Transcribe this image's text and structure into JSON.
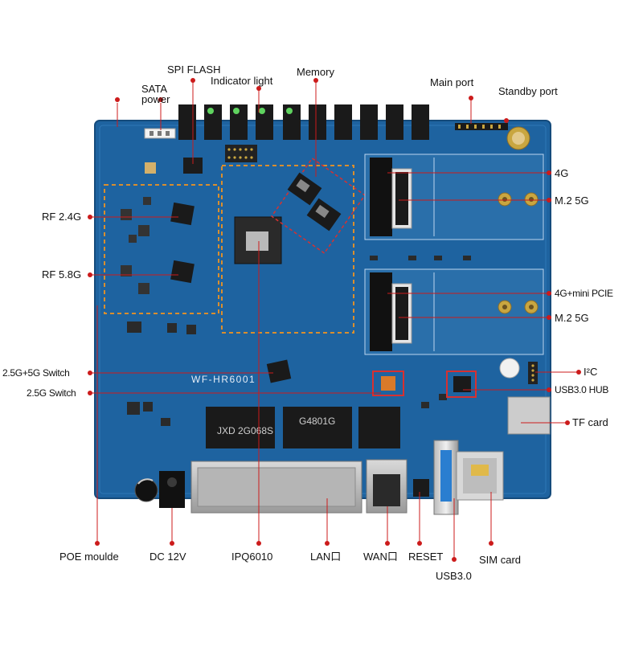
{
  "accent_color": "#cc1b1b",
  "board_color": "#1e63a0",
  "silkscreen": {
    "model": "WF-HR6001",
    "chip_u": "JXD 2G068S",
    "chip_g": "G4801G"
  },
  "labels": {
    "spi_flash": "SPI FLASH",
    "sata_power": "SATA\npower",
    "indicator_light": "Indicator light",
    "memory": "Memory",
    "main_port": "Main port",
    "standby_port": "Standby port",
    "rf_24g": "RF 2.4G",
    "rf_58g": "RF 5.8G",
    "switch_25g_5g": "2.5G+5G Switch",
    "switch_25g": "2.5G Switch",
    "poe_module": "POE moulde",
    "dc_12v": "DC 12V",
    "ipq6010": "IPQ6010",
    "lan": "LAN口",
    "wan": "WAN口",
    "reset": "RESET",
    "usb30": "USB3.0",
    "sim_card": "SIM card",
    "m4g": "4G",
    "m2_5g_top": "M.2 5G",
    "m4g_mini_pcie": "4G+mini PCIE",
    "m2_5g_bottom": "M.2 5G",
    "i2c": "I²C",
    "usb30_hub": "USB3.0 HUB",
    "tf_card": "TF card"
  }
}
